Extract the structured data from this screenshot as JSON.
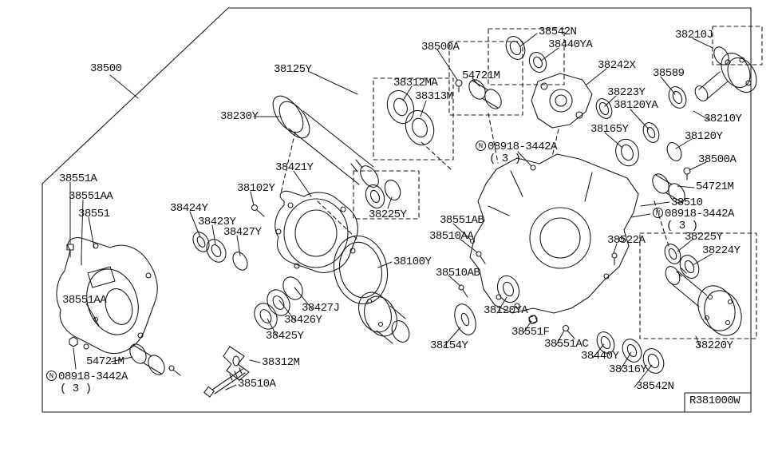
{
  "diagram": {
    "ref_code": "R381000W",
    "line_color": "#1a1a1a",
    "background": "#ffffff"
  },
  "labels": [
    {
      "text": "38500"
    },
    {
      "text": "38542N"
    },
    {
      "text": "38500A"
    },
    {
      "text": "38440YA"
    },
    {
      "text": "38210J"
    },
    {
      "text": "54721M"
    },
    {
      "text": "38242X"
    },
    {
      "text": "38589"
    },
    {
      "text": "38125Y"
    },
    {
      "text": "38312MA"
    },
    {
      "text": "38223Y"
    },
    {
      "text": "38313M"
    },
    {
      "text": "38120YA"
    },
    {
      "text": "38230Y"
    },
    {
      "text": "38210Y"
    },
    {
      "text": "38165Y"
    },
    {
      "text": "38120Y"
    },
    {
      "prefix": "N",
      "number": "08918-3442A",
      "qty": "( 3 )"
    },
    {
      "text": "38500A"
    },
    {
      "text": "38421Y"
    },
    {
      "text": "54721M"
    },
    {
      "text": "38551A"
    },
    {
      "text": "38551AA"
    },
    {
      "text": "38102Y"
    },
    {
      "text": "38510"
    },
    {
      "text": "38551"
    },
    {
      "text": "38424Y"
    },
    {
      "prefix": "N",
      "number": "08918-3442A",
      "qty": "( 3 )"
    },
    {
      "text": "38423Y"
    },
    {
      "text": "38427Y"
    },
    {
      "text": "38225Y"
    },
    {
      "text": "38551AB"
    },
    {
      "text": "38510AA"
    },
    {
      "text": "38522A"
    },
    {
      "text": "38225Y"
    },
    {
      "text": "38224Y"
    },
    {
      "text": "38100Y"
    },
    {
      "text": "38510AB"
    },
    {
      "text": "38551AA"
    },
    {
      "text": "38427J"
    },
    {
      "text": "38426Y"
    },
    {
      "text": "38425Y"
    },
    {
      "text": "38120YA"
    },
    {
      "text": "38551F"
    },
    {
      "text": "38551AC"
    },
    {
      "text": "38154Y"
    },
    {
      "text": "38440Y"
    },
    {
      "text": "38220Y"
    },
    {
      "text": "54721M"
    },
    {
      "text": "38316Y"
    },
    {
      "prefix": "N",
      "number": "08918-3442A",
      "qty": "( 3 )"
    },
    {
      "text": "38312M"
    },
    {
      "text": "38510A"
    },
    {
      "text": "38542N"
    },
    {
      "text": "R381000W"
    }
  ]
}
